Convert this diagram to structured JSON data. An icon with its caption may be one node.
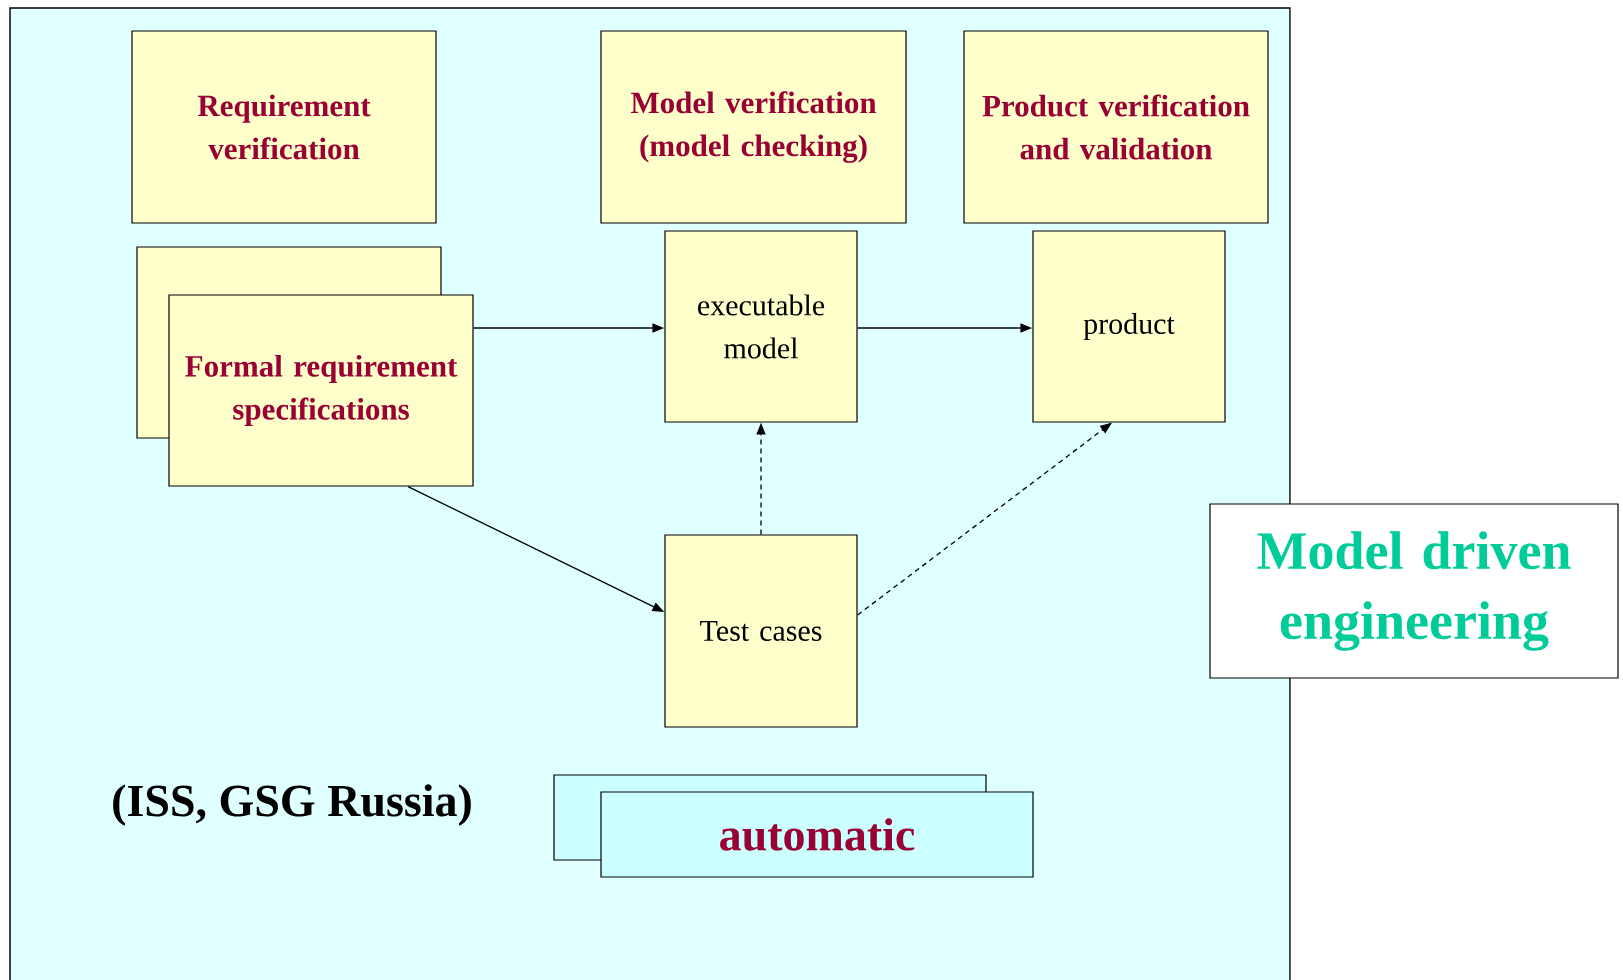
{
  "diagram": {
    "nodes": [
      {
        "text": [
          "Requirement verification"
        ]
      },
      {
        "text": [
          "Model verification (model checking)"
        ]
      },
      {
        "text": [
          "Product verification and validation"
        ]
      },
      {
        "text": [
          "Formal requirement specifications"
        ]
      },
      {
        "text": [
          "executable model"
        ]
      },
      {
        "text": [
          "product"
        ]
      },
      {
        "text": [
          "Test cases"
        ]
      },
      {
        "text": [
          "automatic"
        ]
      },
      {
        "text": [
          "Model driven engineering"
        ]
      }
    ],
    "edges": [
      {
        "from": 3,
        "to": 4,
        "arrow": "to"
      },
      {
        "from": 4,
        "to": 5,
        "arrow": "to"
      },
      {
        "from": 3,
        "to": 6,
        "arrow": "to"
      },
      {
        "from": 6,
        "to": 4,
        "arrow": "to",
        "style": "dashed"
      },
      {
        "from": 6,
        "to": 5,
        "arrow": "to",
        "style": "dashed"
      }
    ],
    "labels": [
      "(ISS, GSG Russia)"
    ]
  }
}
